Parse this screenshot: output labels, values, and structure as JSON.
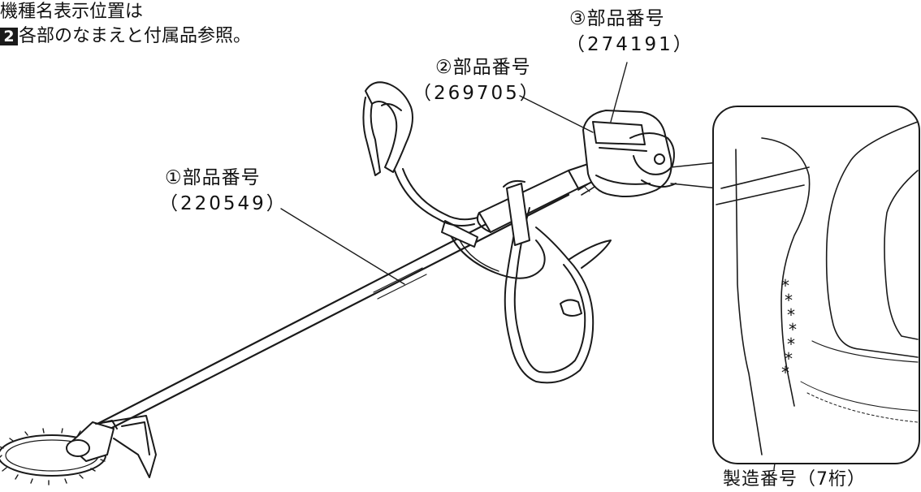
{
  "note": {
    "line1": "機種名表示位置は",
    "badge": "2",
    "line2": "各部のなまえと付属品参照。"
  },
  "callouts": [
    {
      "label": "①部品番号",
      "code": "（220549）"
    },
    {
      "label": "②部品番号",
      "code": "（269705）"
    },
    {
      "label": "③部品番号",
      "code": "（274191）"
    }
  ],
  "serial": {
    "label": "製造番号（7桁）",
    "marks": [
      "*",
      "*",
      "*",
      "*",
      "*",
      "*",
      "*"
    ]
  },
  "colors": {
    "line": "#1a1a1a",
    "background": "#ffffff"
  }
}
